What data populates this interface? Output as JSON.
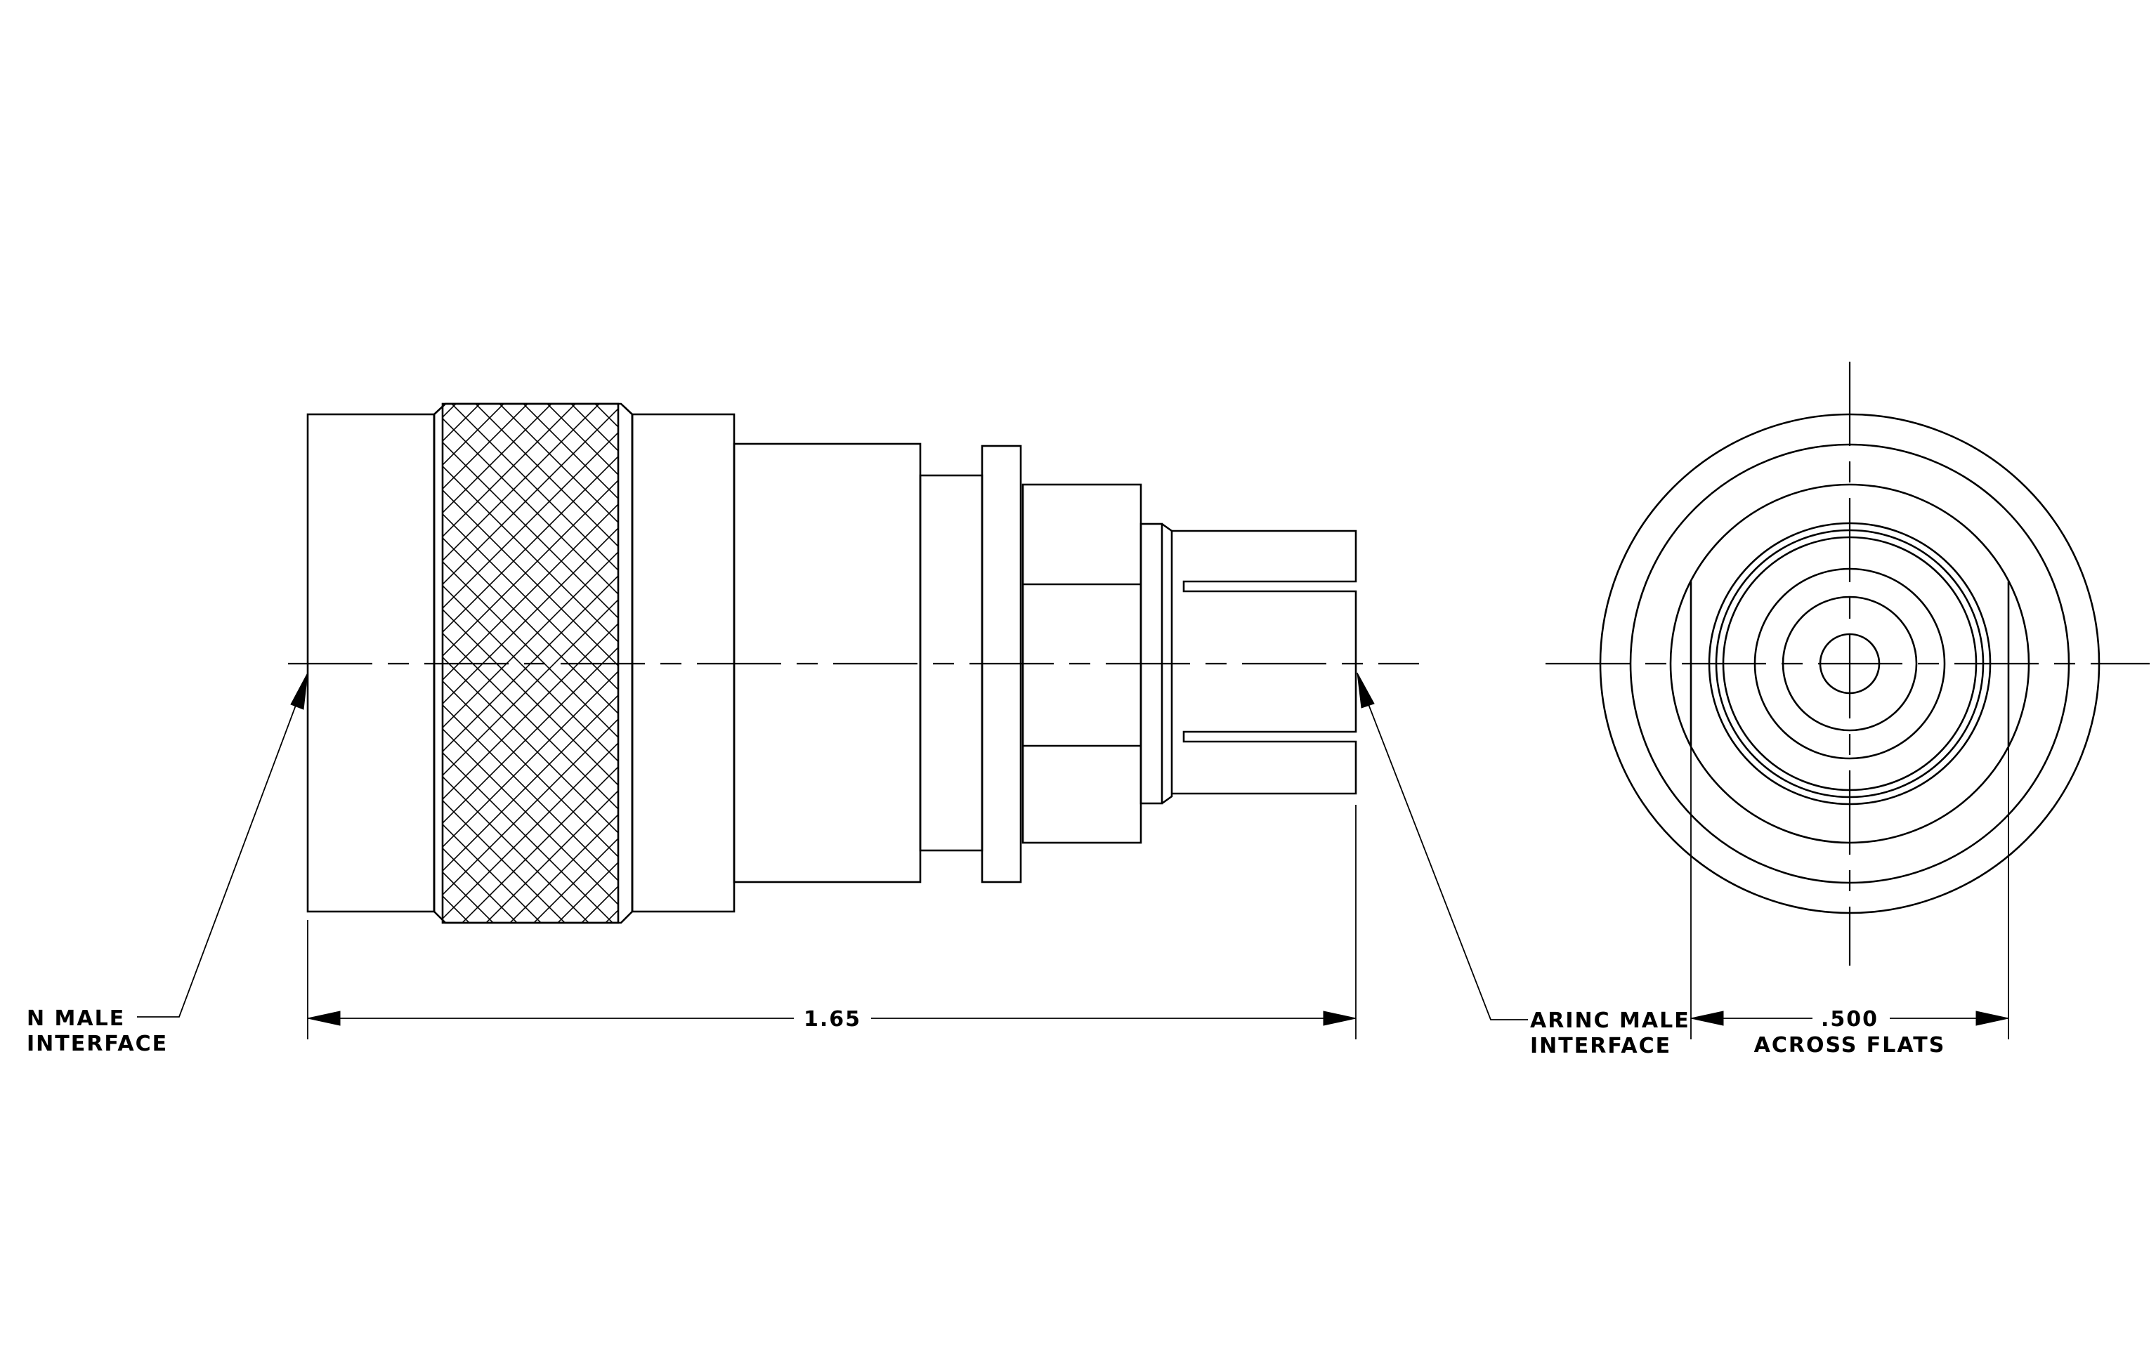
{
  "drawing": {
    "callouts": {
      "left_line1": "N MALE",
      "left_line2": "INTERFACE",
      "right_line1": "ARINC MALE",
      "right_line2": "INTERFACE"
    },
    "dimensions": {
      "overall_length": "1.65",
      "flats_value": ".500",
      "flats_label": "ACROSS FLATS"
    }
  }
}
